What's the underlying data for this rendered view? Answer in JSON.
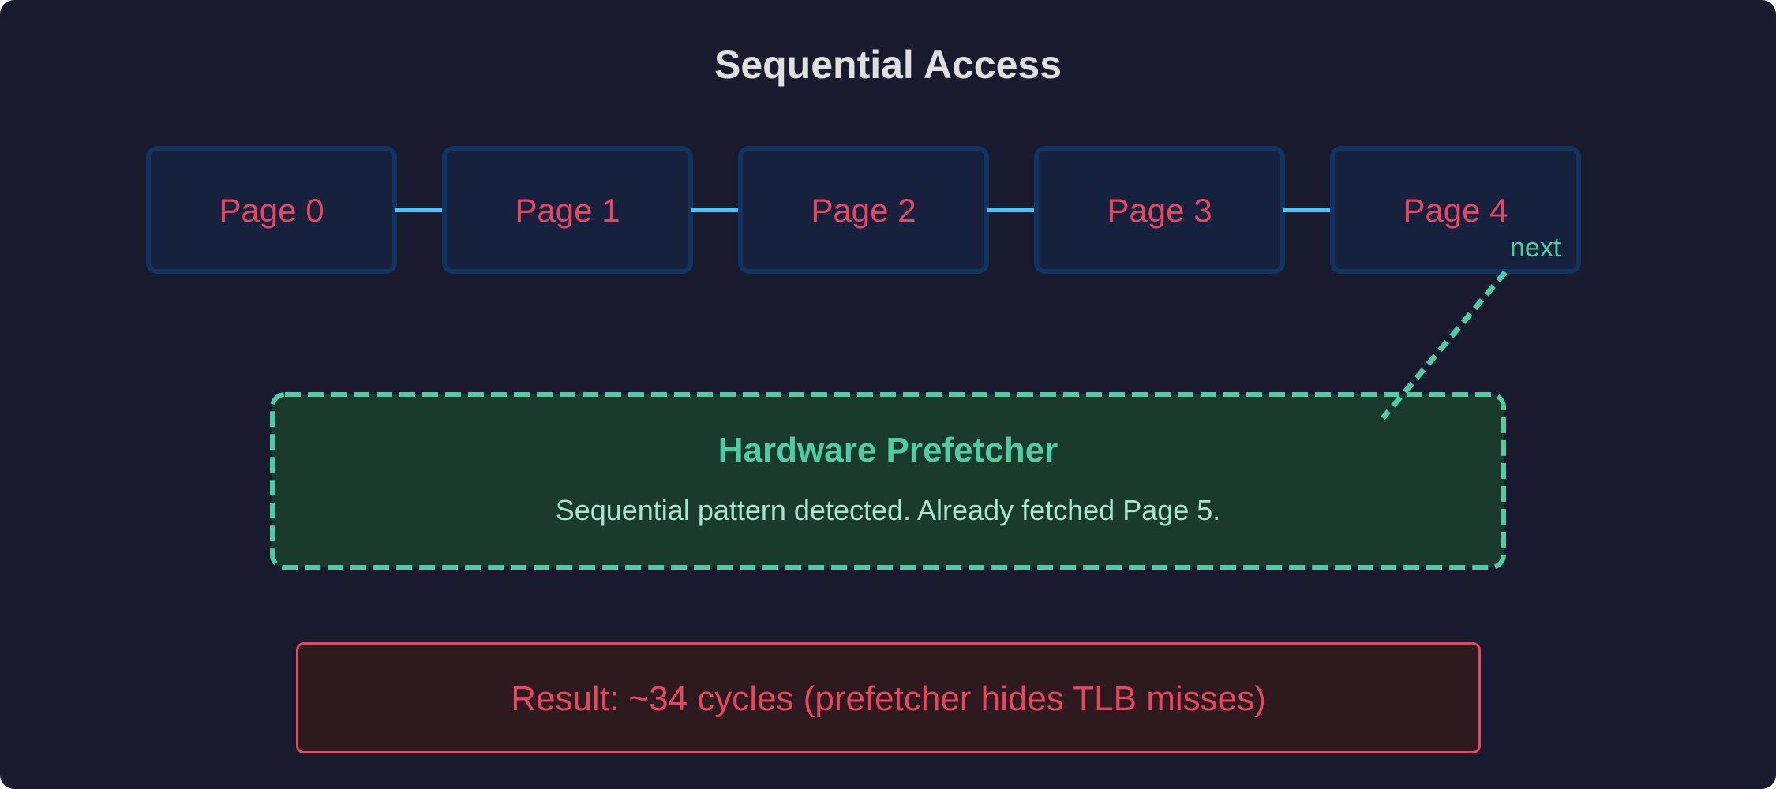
{
  "title": "Sequential Access",
  "pages": [
    {
      "label": "Page 0"
    },
    {
      "label": "Page 1"
    },
    {
      "label": "Page 2"
    },
    {
      "label": "Page 3"
    },
    {
      "label": "Page 4"
    }
  ],
  "next_label": "next",
  "prefetcher": {
    "title": "Hardware Prefetcher",
    "description": "Sequential pattern detected. Already fetched Page 5."
  },
  "result": {
    "text": "Result: ~34 cycles (prefetcher hides TLB misses)"
  },
  "colors": {
    "background": "#1a1a2e",
    "page_fill": "#16213e",
    "page_border": "#0f3460",
    "page_text": "#e94560",
    "connector": "#4fc3f7",
    "prefetcher_accent": "#4ecca3",
    "prefetcher_fill": "#1b3a2e",
    "result_border": "#e94560",
    "result_fill": "#2c1a1e"
  }
}
